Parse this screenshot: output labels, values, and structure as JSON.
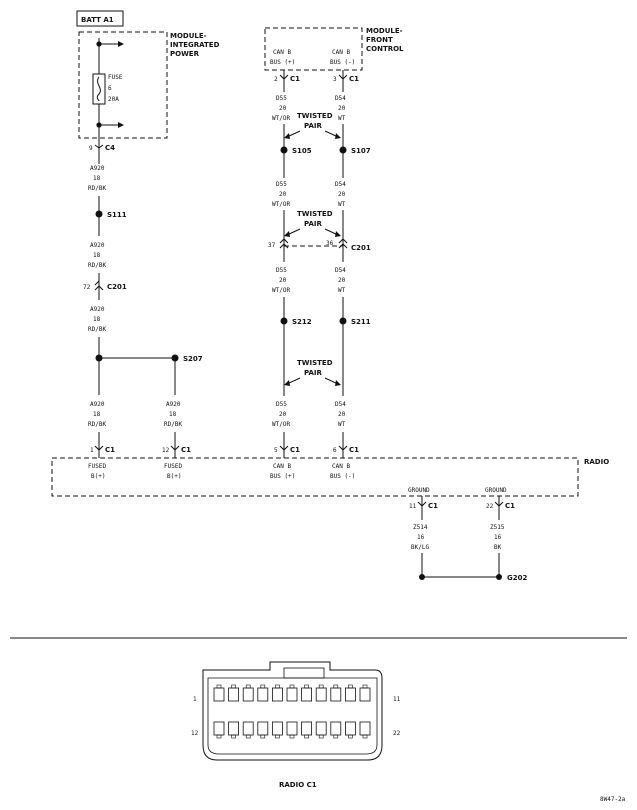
{
  "battery_label": "BATT A1",
  "ipm": {
    "title_line1": "MODULE-",
    "title_line2": "INTEGRATED",
    "title_line3": "POWER",
    "fuse_line1": "FUSE",
    "fuse_line2": "6",
    "fuse_line3": "20A",
    "pin": "9",
    "connector": "C4"
  },
  "fcm": {
    "title_line1": "MODULE-",
    "title_line2": "FRONT",
    "title_line3": "CONTROL",
    "canb_plus_line1": "CAN B",
    "canb_plus_line2": "BUS (+)",
    "canb_minus_line1": "CAN B",
    "canb_minus_line2": "BUS (-)",
    "pin_plus": "2",
    "pin_minus": "3",
    "connector": "C1"
  },
  "wire_a920": {
    "code": "A920",
    "gauge": "18",
    "color": "RD/BK"
  },
  "wire_d55": {
    "code": "D55",
    "gauge": "20",
    "color": "WT/OR"
  },
  "wire_d54": {
    "code": "D54",
    "gauge": "20",
    "color": "WT"
  },
  "wire_z514": {
    "code": "Z514",
    "gauge": "16",
    "color": "BK/LG"
  },
  "wire_z515": {
    "code": "Z515",
    "gauge": "16",
    "color": "BK"
  },
  "twisted_line1": "TWISTED",
  "twisted_line2": "PAIR",
  "splices": {
    "s111": "S111",
    "s105": "S105",
    "s107": "S107",
    "s212": "S212",
    "s211": "S211",
    "s207": "S207",
    "g202": "G202"
  },
  "c201": {
    "connector": "C201",
    "pin_a920": "72",
    "pin_d55": "37",
    "pin_d54": "36"
  },
  "radio": {
    "label": "RADIO",
    "connector": "C1",
    "pin_fused1": "1",
    "pin_fused2": "12",
    "pin_canb_plus": "5",
    "pin_canb_minus": "6",
    "pin_ground1": "11",
    "pin_ground2": "22",
    "fused_line1": "FUSED",
    "fused_line2": "B(+)",
    "canb_plus_line1": "CAN B",
    "canb_plus_line2": "BUS (+)",
    "canb_minus_line1": "CAN B",
    "canb_minus_line2": "BUS (-)",
    "ground": "GROUND"
  },
  "connector_view": {
    "title": "RADIO C1",
    "pin_top_left": "1",
    "pin_top_right": "11",
    "pin_bottom_left": "12",
    "pin_bottom_right": "22"
  },
  "figure_id": "8W47-2a"
}
